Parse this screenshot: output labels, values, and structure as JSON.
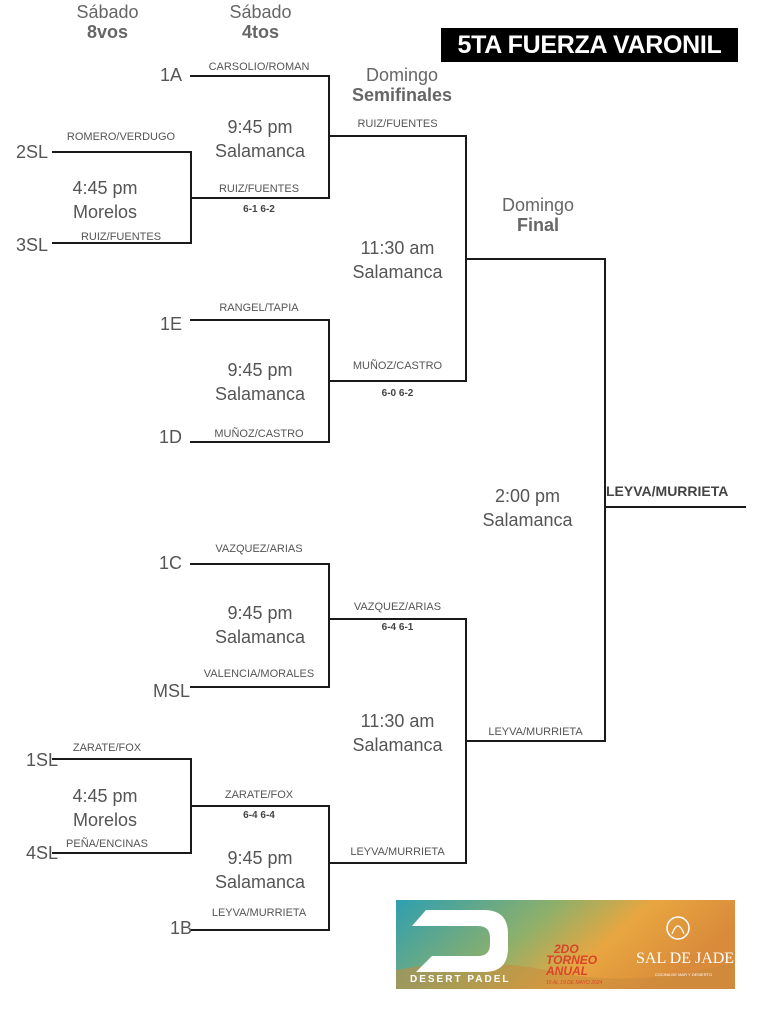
{
  "title": "5TA FUERZA VARONIL",
  "headers": {
    "octavos": {
      "day": "Sábado",
      "round": "8vos"
    },
    "cuartos": {
      "day": "Sábado",
      "round": "4tos"
    },
    "semis": {
      "day": "Domingo",
      "round": "Semifinales"
    },
    "final": {
      "day": "Domingo",
      "round": "Final"
    }
  },
  "seeds": {
    "s1A": "1A",
    "s2SL": "2SL",
    "s3SL": "3SL",
    "s1E": "1E",
    "s1D": "1D",
    "s1C": "1C",
    "sMSL": "MSL",
    "s1SL": "1SL",
    "s4SL": "4SL",
    "s1B": "1B"
  },
  "teams": {
    "carsolio_roman": "CARSOLIO/ROMAN",
    "romero_verdugo": "ROMERO/VERDUGO",
    "ruiz_fuentes_r8": "RUIZ/FUENTES",
    "ruiz_fuentes_r4": "RUIZ/FUENTES",
    "ruiz_fuentes_sf": "RUIZ/FUENTES",
    "rangel_tapia": "RANGEL/TAPIA",
    "munoz_castro_r4": "MUÑOZ/CASTRO",
    "munoz_castro_sf": "MUÑOZ/CASTRO",
    "vazquez_arias_r4": "VAZQUEZ/ARIAS",
    "valencia_morales": "VALENCIA/MORALES",
    "vazquez_arias_sf": "VAZQUEZ/ARIAS",
    "zarate_fox_r8": "ZARATE/FOX",
    "pena_encinas": "PEÑA/ENCINAS",
    "zarate_fox_r4": "ZARATE/FOX",
    "leyva_murrieta_r4": "LEYVA/MURRIETA",
    "leyva_murrieta_sf": "LEYVA/MURRIETA",
    "leyva_murrieta_final": "LEYVA/MURRIETA",
    "champion": "LEYVA/MURRIETA"
  },
  "scores": {
    "r8_top": "6-1 6-2",
    "r4_e": "6-0 6-2",
    "r4_c": "6-4 6-1",
    "r8_bottom": "6-4 6-4"
  },
  "matches": {
    "m_qf1": {
      "time": "9:45 pm",
      "venue": "Salamanca"
    },
    "m_r8_top": {
      "time": "4:45 pm",
      "venue": "Morelos"
    },
    "m_qf2": {
      "time": "9:45 pm",
      "venue": "Salamanca"
    },
    "m_sf1": {
      "time": "11:30 am",
      "venue": "Salamanca"
    },
    "m_final": {
      "time": "2:00 pm",
      "venue": "Salamanca"
    },
    "m_qf3": {
      "time": "9:45 pm",
      "venue": "Salamanca"
    },
    "m_sf2": {
      "time": "11:30 am",
      "venue": "Salamanca"
    },
    "m_r8_bottom": {
      "time": "4:45 pm",
      "venue": "Morelos"
    },
    "m_qf4": {
      "time": "9:45 pm",
      "venue": "Salamanca"
    }
  },
  "banner": {
    "brand": "DESERT PADEL",
    "event_line1": "2DO",
    "event_line2": "TORNEO",
    "event_line3": "ANUAL",
    "dates": "15 AL 19 DE MAYO 2024",
    "venue_logo": "SAL DE JADE",
    "venue_tagline": "COCINA DE MAR Y DESIERTO",
    "colors": {
      "sky": "#2e9fb0",
      "sand": "#e8a640",
      "accent": "#d9442a"
    }
  }
}
